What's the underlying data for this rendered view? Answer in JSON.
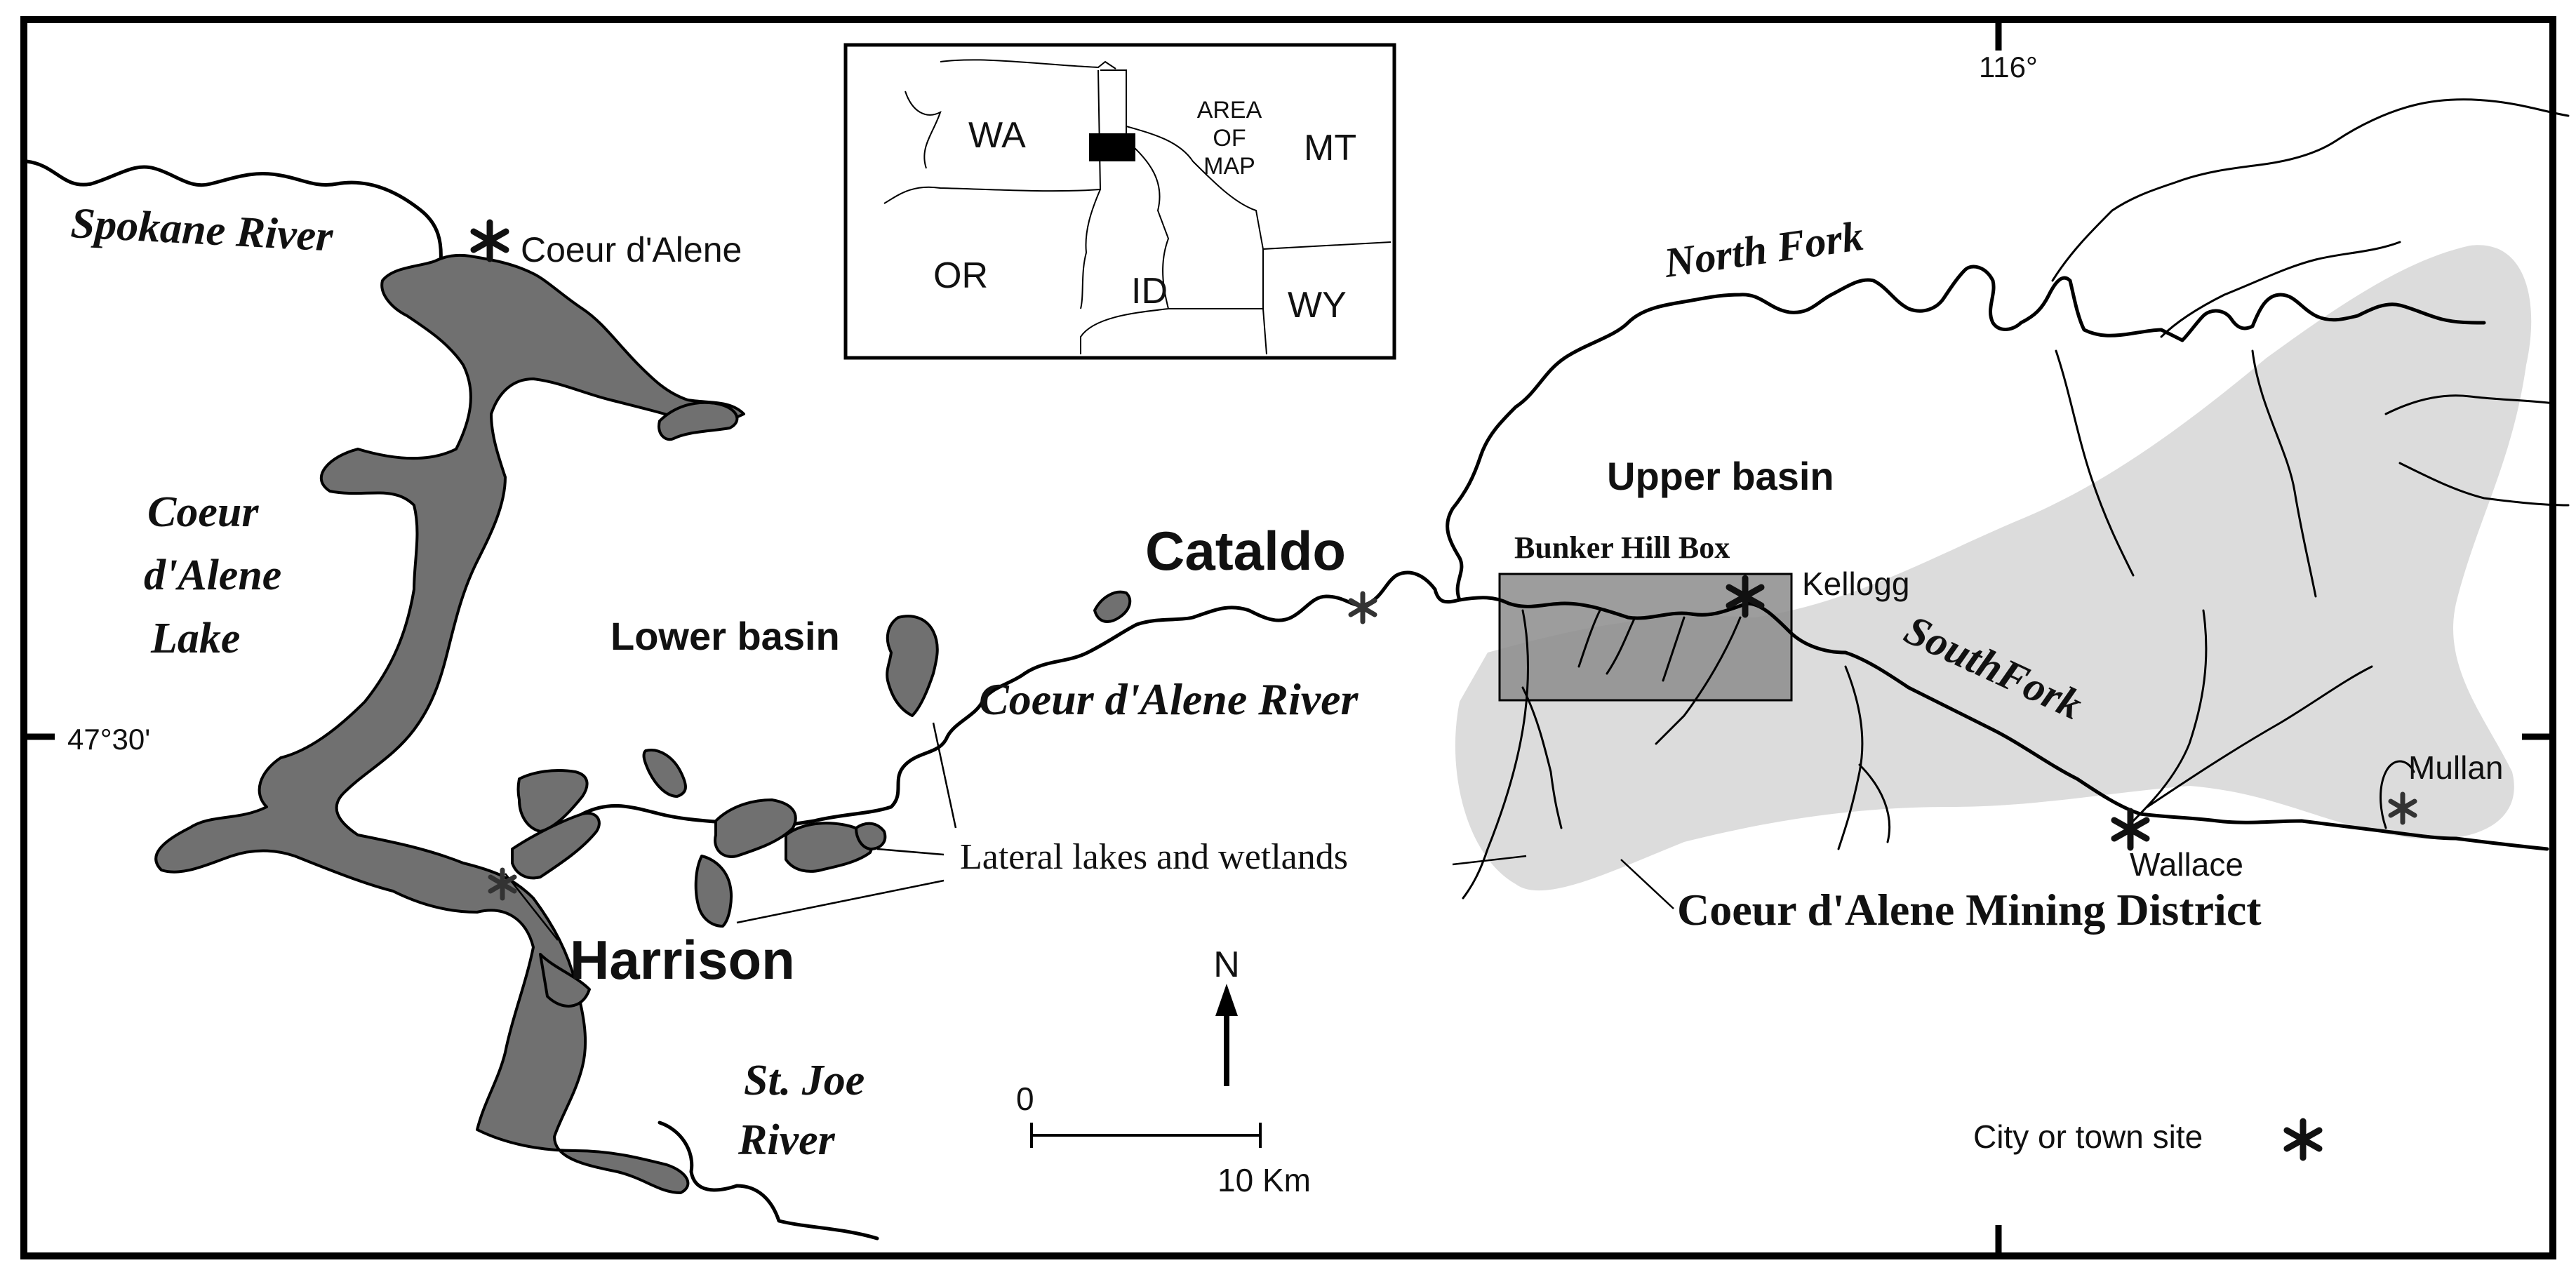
{
  "colors": {
    "water": "#707070",
    "mining_district": "#dcdcdc",
    "bunker_box": "#8c8c8c",
    "line": "#000000"
  },
  "coords": {
    "longitude": "116°",
    "latitude": "47°30'"
  },
  "inset": {
    "states": [
      "WA",
      "MT",
      "OR",
      "ID",
      "WY"
    ],
    "area_of_map": [
      "AREA",
      "OF",
      "MAP"
    ]
  },
  "labels": {
    "spokane_river": "Spokane River",
    "coeur_dalene_city": "Coeur d'Alene",
    "lake": [
      "Coeur",
      "d'Alene",
      "Lake"
    ],
    "harrison": "Harrison",
    "st_joe_river": [
      "St. Joe",
      "River"
    ],
    "lower_basin": "Lower basin",
    "upper_basin": "Upper basin",
    "cataldo": "Cataldo",
    "coeur_dalene_river": "Coeur d'Alene River",
    "north_fork": "North Fork",
    "south_fork": "SouthFork",
    "bunker_hill_box": "Bunker Hill Box",
    "kellogg": "Kellogg",
    "wallace": "Wallace",
    "mullan": "Mullan",
    "lateral_lakes": "Lateral lakes and wetlands",
    "mining_district": "Coeur d'Alene Mining District"
  },
  "north_arrow": "N",
  "scale": {
    "zero": "0",
    "ten": "10 Km"
  },
  "legend": {
    "city_site": "City or town site",
    "symbol": "asterisk-icon"
  }
}
